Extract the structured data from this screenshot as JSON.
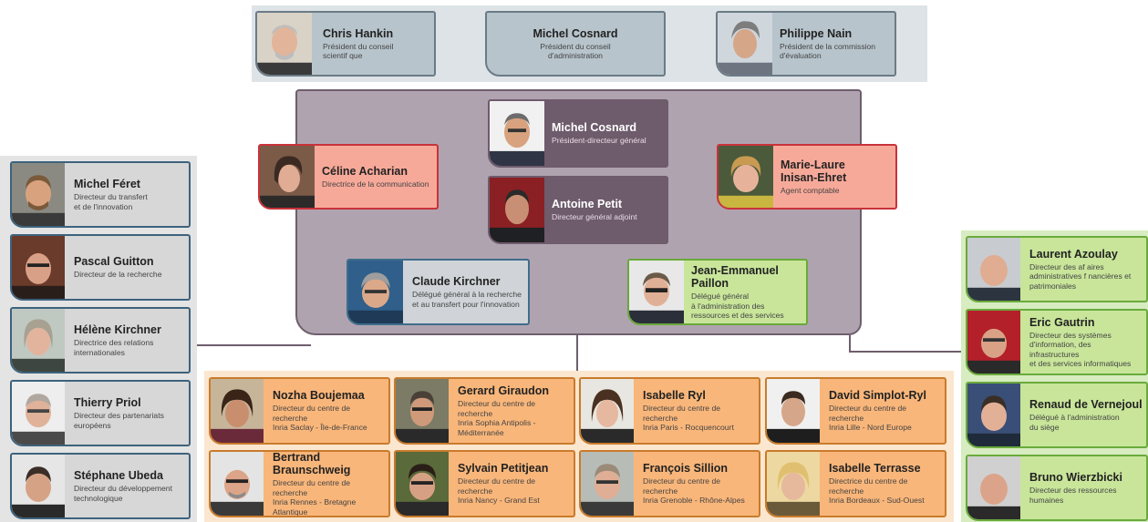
{
  "colors": {
    "top_panel": "#dde3e6",
    "top_card": "#b7c4cb",
    "center_panel": "#b0a3b0",
    "center_dark": "#6e5b6c",
    "salmon": "#f7a999",
    "green": "#c8e59a",
    "orange": "#f9b67a",
    "left_panel": "#e4e4e4",
    "right_panel": "#d7ecc0"
  },
  "top": [
    {
      "name": "Chris Hankin",
      "role": "Président du conseil\nscientif que"
    },
    {
      "name": "Michel Cosnard",
      "role": "Président du conseil\nd'administration"
    },
    {
      "name": "Philippe Nain",
      "role": "Président de la commission\nd'évaluation"
    }
  ],
  "center": {
    "ceo": {
      "name": "Michel Cosnard",
      "role": "Président-directeur général"
    },
    "deputy": {
      "name": "Antoine Petit",
      "role": "Directeur général adjoint"
    },
    "comm": {
      "name": "Céline Acharian",
      "role": "Directrice de la communication"
    },
    "accountant": {
      "name": "Marie-Laure\nInisan-Ehret",
      "role": "Agent comptable"
    },
    "research": {
      "name": "Claude Kirchner",
      "role": "Délégué général à la recherche\net au transfert pour l'innovation"
    },
    "admin": {
      "name": "Jean-Emmanuel\nPaillon",
      "role": "Délégué général\nà l'administration des\nressources et des services"
    }
  },
  "left": [
    {
      "name": "Michel Féret",
      "role": "Directeur du transfert\net de l'innovation"
    },
    {
      "name": "Pascal Guitton",
      "role": "Directeur de la recherche"
    },
    {
      "name": "Hélène Kirchner",
      "role": "Directrice des relations\ninternationales"
    },
    {
      "name": "Thierry Priol",
      "role": "Directeur des partenariats\neuropéens"
    },
    {
      "name": "Stéphane Ubeda",
      "role": "Directeur du développement\ntechnologique"
    }
  ],
  "right": [
    {
      "name": "Laurent Azoulay",
      "role": "Directeur des af aires\nadministratives f nancières et\npatrimoniales"
    },
    {
      "name": "Eric Gautrin",
      "role": "Directeur des systèmes\nd'information, des infrastructures\net des services informatiques"
    },
    {
      "name": "Renaud de Vernejoul",
      "role": "Délégué à l'administration\ndu siège"
    },
    {
      "name": "Bruno Wierzbicki",
      "role": "Directeur des ressources\nhumaines"
    }
  ],
  "centres": [
    {
      "name": "Nozha Boujemaa",
      "role": "Directeur du centre de recherche\nInria Saclay - Île-de-France"
    },
    {
      "name": "Gerard Giraudon",
      "role": "Directeur du centre de recherche\nInria Sophia Antipolis - Méditerranée"
    },
    {
      "name": "Isabelle Ryl",
      "role": "Directeur du centre de recherche\nInria Paris - Rocquencourt"
    },
    {
      "name": "David Simplot-Ryl",
      "role": "Directeur du centre de recherche\nInria Lille - Nord Europe"
    },
    {
      "name": "Bertrand\nBraunschweig",
      "role": "Directeur du centre de recherche\nInria Rennes - Bretagne Atlantique"
    },
    {
      "name": "Sylvain Petitjean",
      "role": "Directeur du centre de recherche\nInria Nancy - Grand Est"
    },
    {
      "name": "François Sillion",
      "role": "Directeur du centre de recherche\nInria Grenoble - Rhône-Alpes"
    },
    {
      "name": "Isabelle Terrasse",
      "role": "Directrice du centre de recherche\nInria Bordeaux - Sud-Ouest"
    }
  ]
}
